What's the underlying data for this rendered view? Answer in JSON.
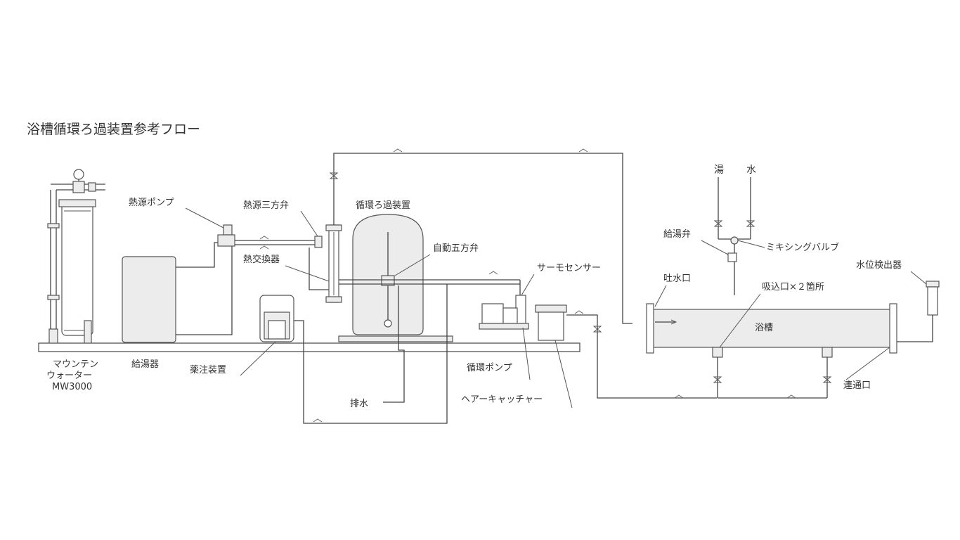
{
  "title": "浴槽循環ろ過装置参考フロー",
  "labels": {
    "mountain_water": [
      "マウンテン",
      "ウォーター",
      "MW3000"
    ],
    "water_heater": "給湯器",
    "heat_source_pump": "熱源ポンプ",
    "heat_source_3way_valve": "熱源三方弁",
    "heat_exchanger": "熱交換器",
    "chemical_injector": "薬注装置",
    "circulation_filter": "循環ろ過装置",
    "auto_5way_valve": "自動五方弁",
    "thermo_sensor": "サーモセンサー",
    "circulation_pump": "循環ポンプ",
    "hair_catcher": "ヘアーキャッチャー",
    "drain": "排水",
    "hot_water": "湯",
    "cold_water": "水",
    "hot_water_valve": "給湯弁",
    "mixing_valve": "ミキシングバルブ",
    "outlet": "吐水口",
    "intake": "吸込口×２箇所",
    "bathtub": "浴槽",
    "water_level_detector": "水位検出器",
    "connection_port": "連通口"
  }
}
